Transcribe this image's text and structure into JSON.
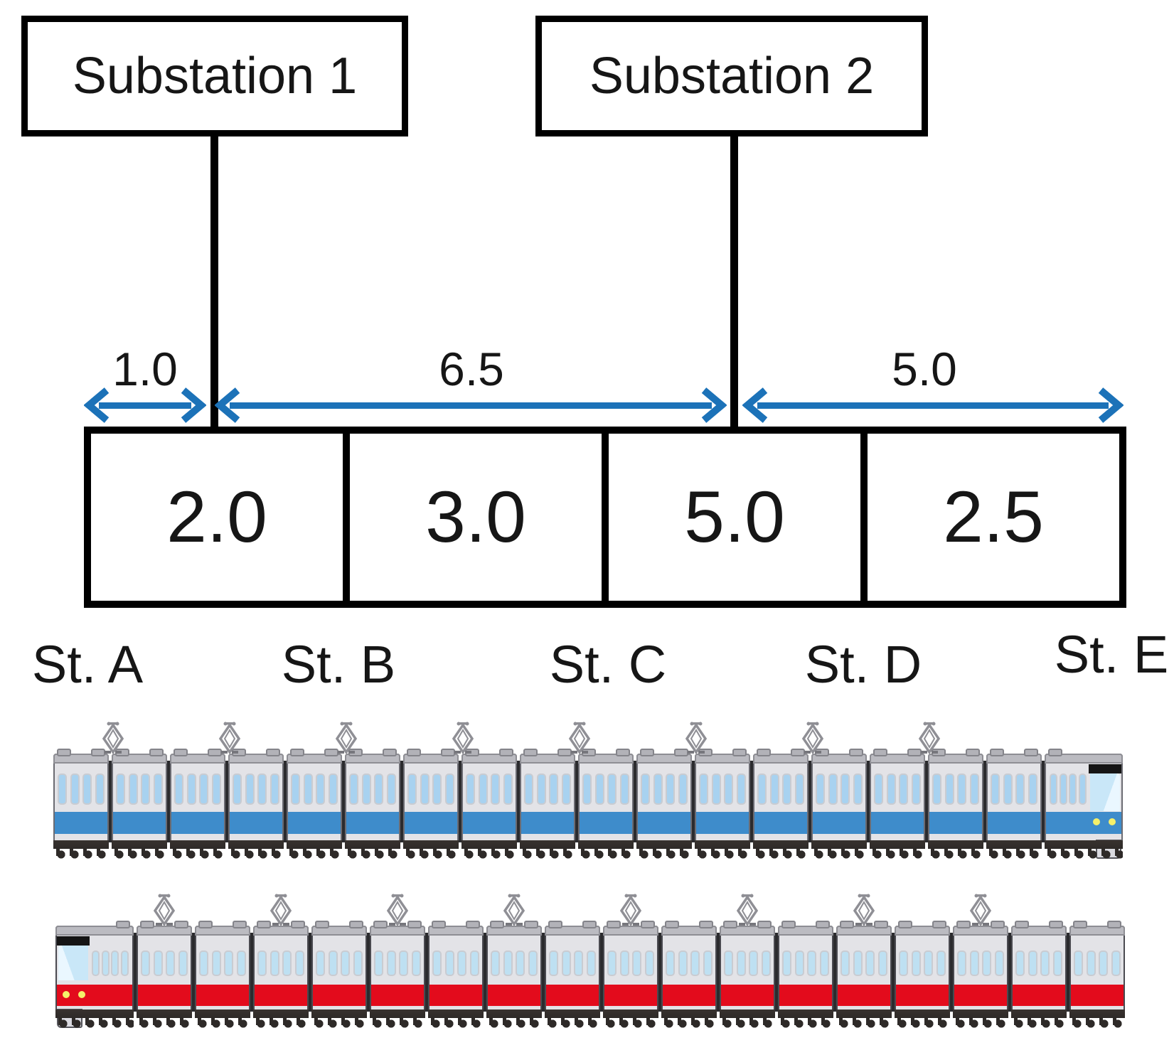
{
  "diagram": {
    "substations": [
      {
        "label": "Substation 1"
      },
      {
        "label": "Substation 2"
      }
    ],
    "measurements": [
      {
        "value": "1.0"
      },
      {
        "value": "6.5"
      },
      {
        "value": "5.0"
      }
    ],
    "sections": [
      {
        "length": "2.0"
      },
      {
        "length": "3.0"
      },
      {
        "length": "5.0"
      },
      {
        "length": "2.5"
      }
    ],
    "stations": [
      {
        "label": "St. A"
      },
      {
        "label": "St. B"
      },
      {
        "label": "St. C"
      },
      {
        "label": "St. D"
      },
      {
        "label": "St. E"
      }
    ]
  },
  "trains": [
    {
      "name": "blue-train",
      "cab": "right",
      "regular_cars": 17,
      "pantograph_cars": [
        1,
        3,
        5,
        7,
        9,
        11,
        13,
        15
      ],
      "colors": {
        "stripe": "#3E8CCB",
        "window": "#A8D2F0",
        "headlight": "#F5F06A"
      }
    },
    {
      "name": "red-train",
      "cab": "left",
      "regular_cars": 17,
      "pantograph_cars": [
        0,
        2,
        4,
        6,
        8,
        10,
        12,
        14
      ],
      "colors": {
        "stripe": "#E30B1C",
        "window": "#BEE0F2",
        "headlight": "#F5F06A"
      }
    }
  ],
  "colors": {
    "arrow_blue": "#1C72B8",
    "line_black": "#000000"
  }
}
